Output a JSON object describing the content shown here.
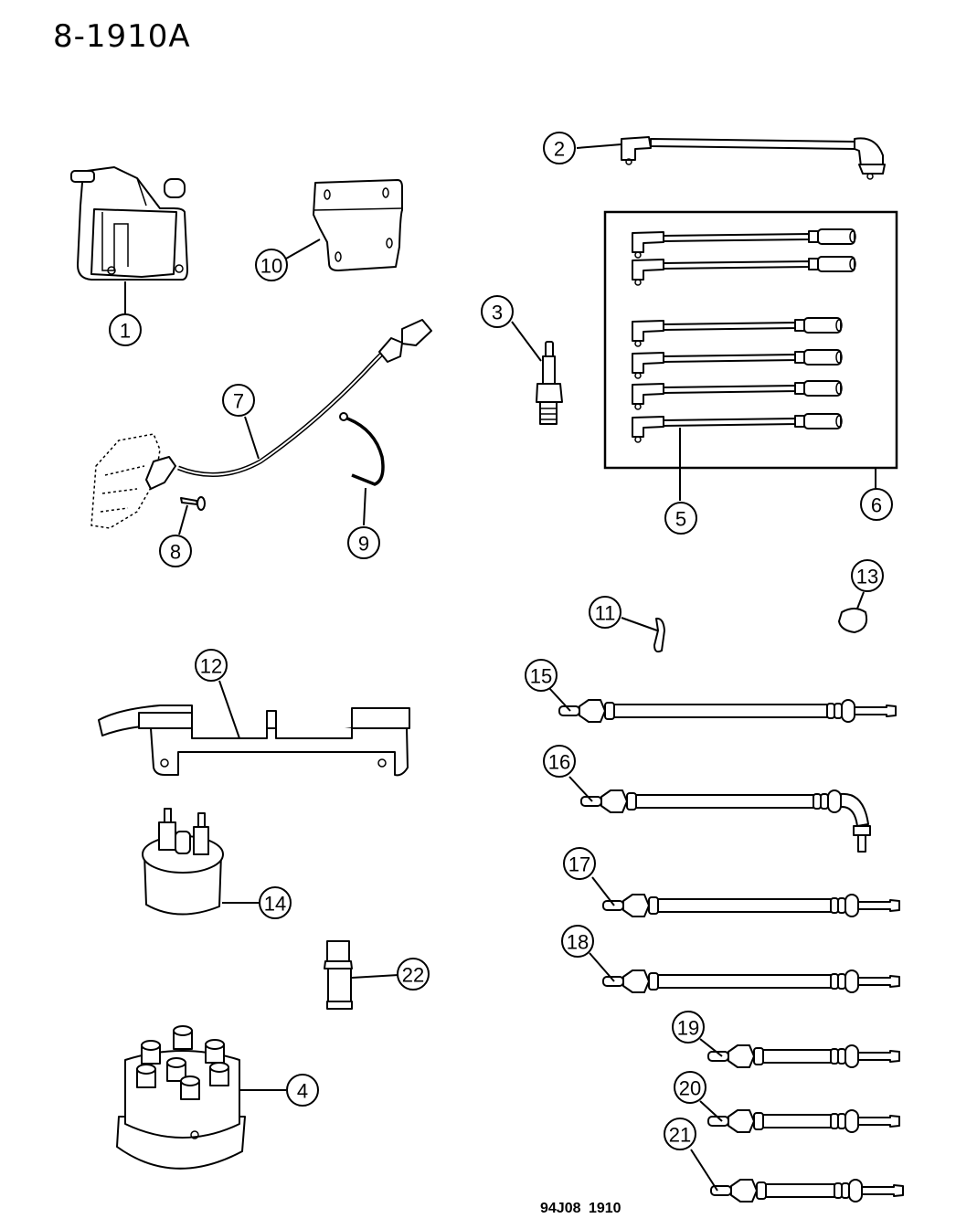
{
  "header": {
    "figure_id": "8-1910A"
  },
  "footer": {
    "drawing_code": "94J08 1910"
  },
  "callouts": {
    "c1": "1",
    "c2": "2",
    "c3": "3",
    "c4": "4",
    "c5": "5",
    "c6": "6",
    "c7": "7",
    "c8": "8",
    "c9": "9",
    "c10": "10",
    "c11": "11",
    "c12": "12",
    "c13": "13",
    "c14": "14",
    "c15": "15",
    "c16": "16",
    "c17": "17",
    "c18": "18",
    "c19": "19",
    "c20": "20",
    "c21": "21",
    "c22": "22"
  },
  "parts": [
    {
      "callout": "1",
      "item": "ignition-coil"
    },
    {
      "callout": "2",
      "item": "coil-wire"
    },
    {
      "callout": "3",
      "item": "spark-plug"
    },
    {
      "callout": "4",
      "item": "distributor-cap"
    },
    {
      "callout": "5",
      "item": "spark-plug-wire"
    },
    {
      "callout": "6",
      "item": "spark-plug-wire-set"
    },
    {
      "callout": "7",
      "item": "sensor-harness"
    },
    {
      "callout": "8",
      "item": "bolt"
    },
    {
      "callout": "9",
      "item": "ground-strap"
    },
    {
      "callout": "10",
      "item": "coil-bracket"
    },
    {
      "callout": "11",
      "item": "wire-clip"
    },
    {
      "callout": "12",
      "item": "wire-separator-bracket"
    },
    {
      "callout": "13",
      "item": "boot"
    },
    {
      "callout": "14",
      "item": "coil-canister"
    },
    {
      "callout": "15",
      "item": "wire-15"
    },
    {
      "callout": "16",
      "item": "wire-16-angled"
    },
    {
      "callout": "17",
      "item": "wire-17"
    },
    {
      "callout": "18",
      "item": "wire-18"
    },
    {
      "callout": "19",
      "item": "wire-19"
    },
    {
      "callout": "20",
      "item": "wire-20"
    },
    {
      "callout": "21",
      "item": "wire-21"
    },
    {
      "callout": "22",
      "item": "adapter-fitting"
    }
  ]
}
